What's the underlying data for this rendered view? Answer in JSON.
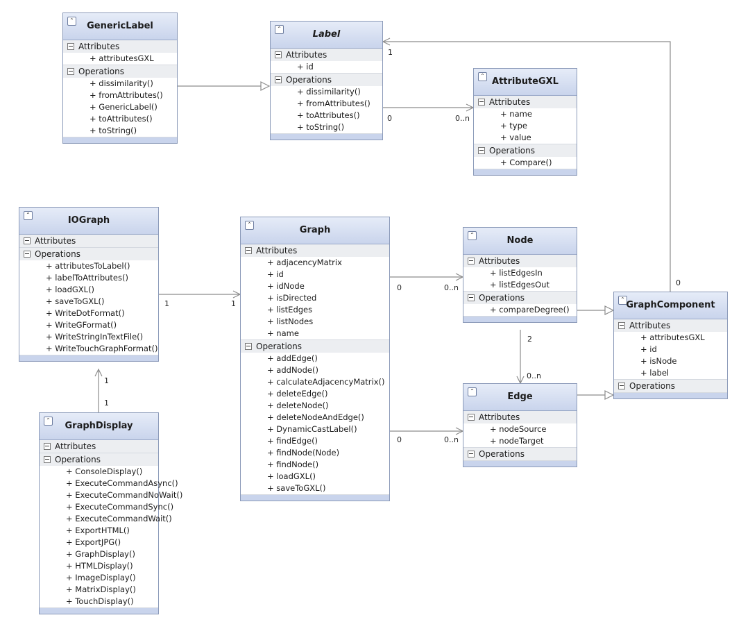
{
  "classes": {
    "generic_label": {
      "name": "GenericLabel",
      "attributes_title": "Attributes",
      "attributes": [
        "+ attributesGXL"
      ],
      "operations_title": "Operations",
      "operations": [
        "+ dissimilarity()",
        "+ fromAttributes()",
        "+ GenericLabel()",
        "+ toAttributes()",
        "+ toString()"
      ]
    },
    "label": {
      "name": "Label",
      "attributes_title": "Attributes",
      "attributes": [
        "+ id"
      ],
      "operations_title": "Operations",
      "operations": [
        "+ dissimilarity()",
        "+ fromAttributes()",
        "+ toAttributes()",
        "+ toString()"
      ]
    },
    "attribute_gxl": {
      "name": "AttributeGXL",
      "attributes_title": "Attributes",
      "attributes": [
        "+ name",
        "+ type",
        "+ value"
      ],
      "operations_title": "Operations",
      "operations": [
        "+ Compare()"
      ]
    },
    "io_graph": {
      "name": "IOGraph",
      "attributes_title": "Attributes",
      "attributes": [],
      "operations_title": "Operations",
      "operations": [
        "+ attributesToLabel()",
        "+ labelToAttributes()",
        "+ loadGXL()",
        "+ saveToGXL()",
        "+ WriteDotFormat()",
        "+ WriteGFormat()",
        "+ WriteStringInTextFile()",
        "+ WriteTouchGraphFormat()"
      ]
    },
    "graph": {
      "name": "Graph",
      "attributes_title": "Attributes",
      "attributes": [
        "+ adjacencyMatrix",
        "+ id",
        "+ idNode",
        "+ isDirected",
        "+ listEdges",
        "+ listNodes",
        "+ name"
      ],
      "operations_title": "Operations",
      "operations": [
        "+ addEdge()",
        "+ addNode()",
        "+ calculateAdjacencyMatrix()",
        "+ deleteEdge()",
        "+ deleteNode()",
        "+ deleteNodeAndEdge()",
        "+ DynamicCastLabel()",
        "+ findEdge()",
        "+ findNode(Node)",
        "+ findNode()",
        "+ loadGXL()",
        "+ saveToGXL()"
      ]
    },
    "node": {
      "name": "Node",
      "attributes_title": "Attributes",
      "attributes": [
        "+ listEdgesIn",
        "+ listEdgesOut"
      ],
      "operations_title": "Operations",
      "operations": [
        "+ compareDegree()"
      ]
    },
    "edge": {
      "name": "Edge",
      "attributes_title": "Attributes",
      "attributes": [
        "+ nodeSource",
        "+ nodeTarget"
      ],
      "operations_title": "Operations",
      "operations": []
    },
    "graph_component": {
      "name": "GraphComponent",
      "attributes_title": "Attributes",
      "attributes": [
        "+ attributesGXL",
        "+ id",
        "+ isNode",
        "+ label"
      ],
      "operations_title": "Operations",
      "operations": []
    },
    "graph_display": {
      "name": "GraphDisplay",
      "attributes_title": "Attributes",
      "attributes": [],
      "operations_title": "Operations",
      "operations": [
        "+ ConsoleDisplay()",
        "+ ExecuteCommandAsync()",
        "+ ExecuteCommandNoWait()",
        "+ ExecuteCommandSync()",
        "+ ExecuteCommandWait()",
        "+ ExportHTML()",
        "+ ExportJPG()",
        "+ GraphDisplay()",
        "+ HTMLDisplay()",
        "+ ImageDisplay()",
        "+ MatrixDisplay()",
        "+ TouchDisplay()"
      ]
    }
  },
  "multiplicities": {
    "label_component_end": "1",
    "label_attr_src": "0",
    "label_attr_dst": "0..n",
    "io_graph_src": "1",
    "io_graph_dst": "1",
    "graph_node_src": "0",
    "graph_node_dst": "0..n",
    "graph_edge_src": "0",
    "graph_edge_dst": "0..n",
    "node_edge_src": "2",
    "node_edge_dst": "0..n",
    "display_io_top": "1",
    "display_io_bottom": "1",
    "component_label_src": "0"
  }
}
